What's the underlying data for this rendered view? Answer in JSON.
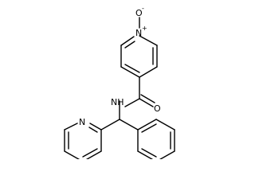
{
  "molecule": {
    "atoms": {
      "oxide": "O",
      "pyridine_n_oxide_n": "N",
      "plus": "+",
      "minus": "-",
      "carbonyl_o": "O",
      "amide_nh": "NH",
      "pyridine_n": "N"
    },
    "colors": {
      "bond": "#000000",
      "label": "#000000",
      "background": "#ffffff"
    }
  }
}
